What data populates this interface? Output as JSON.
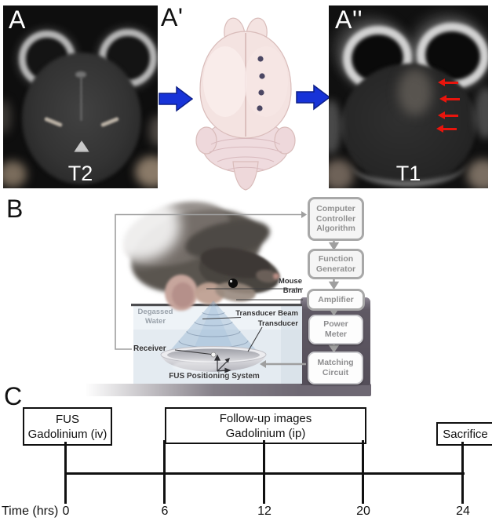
{
  "figure": {
    "panel_a": {
      "label": "A",
      "modality_caption": "T2"
    },
    "panel_a_prime": {
      "label": "A'",
      "sonication_spot_count": 4
    },
    "panel_a_double_prime": {
      "label": "A''",
      "modality_caption": "T1",
      "red_arrow_count": 4
    },
    "panel_b": {
      "label": "B",
      "flow_boxes": [
        {
          "label": "Computer\nController\nAlgorithm"
        },
        {
          "label": "Function\nGenerator"
        },
        {
          "label": "Amplifier"
        },
        {
          "label": "Power\nMeter"
        },
        {
          "label": "Matching\nCircuit"
        }
      ],
      "annotations": {
        "mouse_brain": "Mouse\nBrain",
        "degassed_water": "Degassed\nWater",
        "transducer_beam": "Transducer Beam",
        "transducer": "Transducer",
        "receiver": "Receiver",
        "fus_positioning_system": "FUS Positioning System"
      }
    },
    "panel_c": {
      "label": "C",
      "axis_label": "Time (hrs)",
      "events": [
        {
          "label": "FUS\nGadolinium (iv)",
          "time_hr": 0
        },
        {
          "label": "Follow-up images\nGadolinium (ip)",
          "time_start_hr": 6,
          "time_end_hr": 20
        },
        {
          "label": "Sacrifice",
          "time_hr": 24
        }
      ],
      "tick_labels": [
        "0",
        "6",
        "12",
        "20",
        "24"
      ]
    },
    "colors": {
      "panel_arrow_blue": "#1733d8",
      "target_arrow_red": "#e8150d",
      "flow_line_gray": "#9f9f9f",
      "equipment_block_gray": "#5c5662"
    }
  }
}
